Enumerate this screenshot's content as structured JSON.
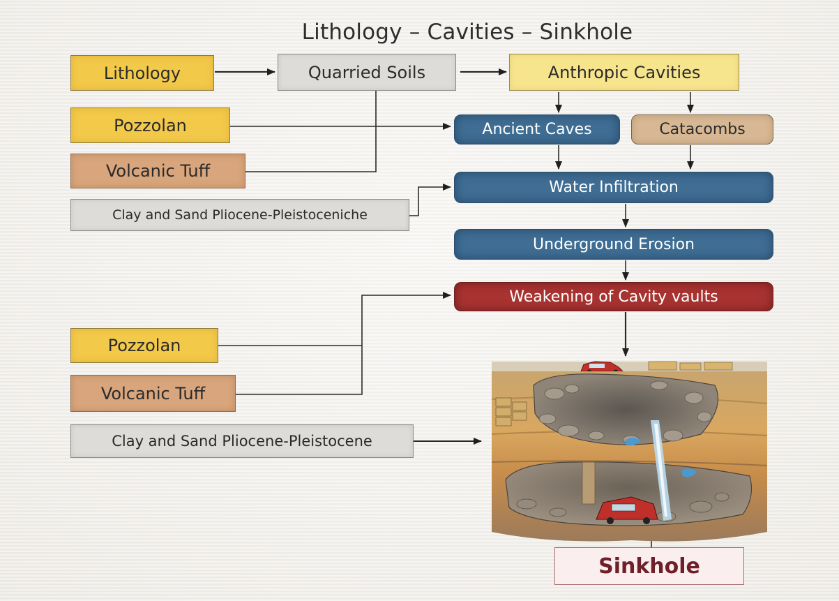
{
  "title": "Lithology – Cavities – Sinkhole",
  "nodes": {
    "lithology": "Lithology",
    "quarried_soils": "Quarried Soils",
    "anthropic_cavities": "Anthropic Cavities",
    "pozzolan_top": "Pozzolan",
    "volcanic_tuff_top": "Volcanic Tuff",
    "clay_sand_top": "Clay and Sand Pliocene-Pleistoceniche",
    "ancient_caves": "Ancient Caves",
    "catacombs": "Catacombs",
    "water_infiltration": "Water Infiltration",
    "underground_erosion": "Underground Erosion",
    "weakening_vaults": "Weakening of Cavity vaults",
    "pozzolan_bottom": "Pozzolan",
    "volcanic_tuff_bottom": "Volcanic Tuff",
    "clay_sand_bottom": "Clay and Sand Pliocene-Pleistocene",
    "sinkhole": "Sinkhole"
  },
  "colors": {
    "yellow": "#f3c94a",
    "light_yellow": "#f7e58e",
    "tan": "#d9a57c",
    "grey": "#dddcd9",
    "blue": "#3f6d93",
    "red": "#a83331",
    "beige": "#d8b894",
    "sinkhole_text": "#6e1f2a"
  },
  "illustration": {
    "subject": "cross-section of collapsed underground cavity with cars and water"
  }
}
